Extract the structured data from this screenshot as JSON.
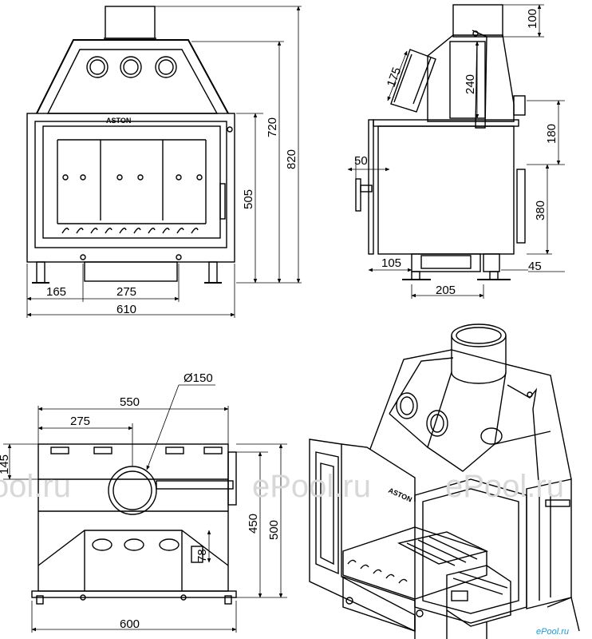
{
  "brand": "ASTON",
  "watermark": "ePool.ru",
  "corner_logo": "ePool.ru",
  "front_view": {
    "dims": {
      "height_total": "820",
      "height_body": "720",
      "height_door": "505",
      "width_total": "610",
      "width_inner": "275",
      "offset_left": "165"
    }
  },
  "side_view": {
    "dims": {
      "top": "100",
      "deflector": "240",
      "angle": "175",
      "side_top": "180",
      "side_mid": "380",
      "handle": "50",
      "bottom_left": "105",
      "bottom_right": "45",
      "base_width": "205"
    }
  },
  "top_view": {
    "dims": {
      "diameter": "Ø150",
      "width_outer": "550",
      "width_inner": "275",
      "depth_front": "145",
      "depth_mid": "450",
      "depth_total": "500",
      "vent": "78",
      "width_base": "600"
    }
  },
  "colors": {
    "line": "#000000",
    "fill_light": "#e9e9e9",
    "watermark": "#d8d8d8",
    "corner_logo": "#1a9ad6"
  }
}
